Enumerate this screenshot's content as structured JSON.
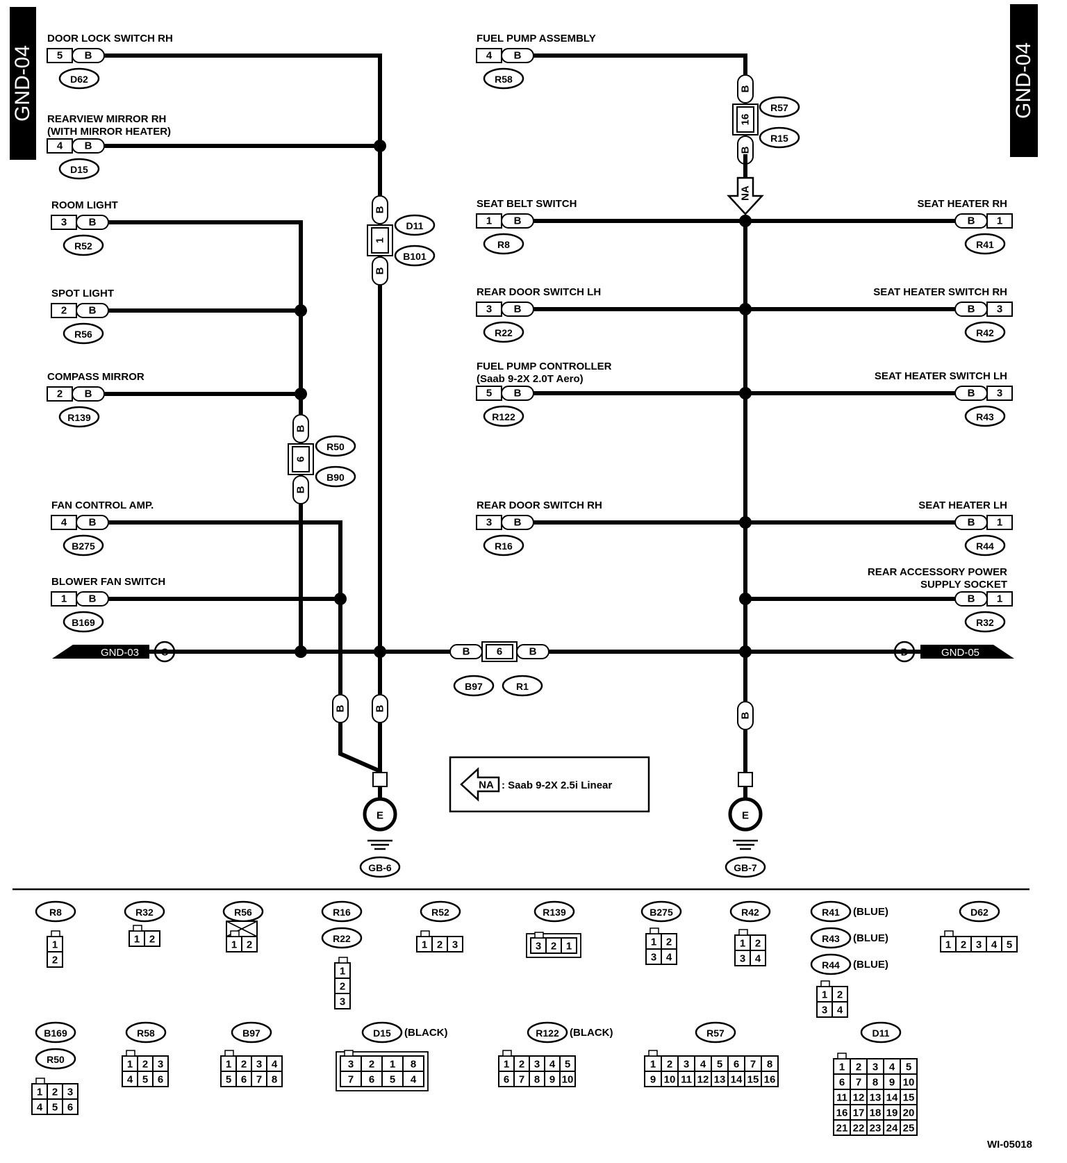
{
  "page_tab": "GND-04",
  "drawing_id": "WI-05018",
  "left_components": [
    {
      "key": "door_lock_rh",
      "name": "DOOR LOCK SWITCH RH",
      "pin": "5",
      "color": "B",
      "conn": "D62"
    },
    {
      "key": "rearview_mirror_rh",
      "name": "REARVIEW MIRROR RH",
      "name2": "(WITH MIRROR HEATER)",
      "pin": "4",
      "color": "B",
      "conn": "D15"
    },
    {
      "key": "room_light",
      "name": "ROOM LIGHT",
      "pin": "3",
      "color": "B",
      "conn": "R52"
    },
    {
      "key": "spot_light",
      "name": "SPOT LIGHT",
      "pin": "2",
      "color": "B",
      "conn": "R56"
    },
    {
      "key": "compass_mirror",
      "name": "COMPASS MIRROR",
      "pin": "2",
      "color": "B",
      "conn": "R139"
    },
    {
      "key": "fan_control_amp",
      "name": "FAN CONTROL AMP.",
      "pin": "4",
      "color": "B",
      "conn": "B275"
    },
    {
      "key": "blower_fan_switch",
      "name": "BLOWER FAN SWITCH",
      "pin": "1",
      "color": "B",
      "conn": "B169"
    }
  ],
  "mid_components": [
    {
      "key": "fuel_pump_assembly",
      "name": "FUEL PUMP ASSEMBLY",
      "pin": "4",
      "color": "B",
      "conn": "R58"
    },
    {
      "key": "seat_belt_switch",
      "name": "SEAT BELT SWITCH",
      "pin": "1",
      "color": "B",
      "conn": "R8"
    },
    {
      "key": "rear_door_switch_lh",
      "name": "REAR DOOR SWITCH LH",
      "pin": "3",
      "color": "B",
      "conn": "R22"
    },
    {
      "key": "fuel_pump_controller",
      "name": "FUEL PUMP CONTROLLER",
      "name2": "(Saab 9-2X 2.0T Aero)",
      "pin": "5",
      "color": "B",
      "conn": "R122"
    },
    {
      "key": "rear_door_switch_rh",
      "name": "REAR DOOR SWITCH RH",
      "pin": "3",
      "color": "B",
      "conn": "R16"
    }
  ],
  "right_components": [
    {
      "key": "seat_heater_rh",
      "name": "SEAT HEATER RH",
      "pin": "1",
      "color": "B",
      "conn": "R41"
    },
    {
      "key": "seat_heater_switch_rh",
      "name": "SEAT HEATER SWITCH RH",
      "pin": "3",
      "color": "B",
      "conn": "R42"
    },
    {
      "key": "seat_heater_switch_lh",
      "name": "SEAT HEATER SWITCH LH",
      "pin": "3",
      "color": "B",
      "conn": "R43"
    },
    {
      "key": "seat_heater_lh",
      "name": "SEAT HEATER LH",
      "pin": "1",
      "color": "B",
      "conn": "R44"
    },
    {
      "key": "rear_accessory_socket",
      "name": "REAR ACCESSORY POWER",
      "name2": "SUPPLY SOCKET",
      "pin": "1",
      "color": "B",
      "conn": "R32"
    }
  ],
  "splices": [
    {
      "key": "d11",
      "top": "B",
      "pin": "1",
      "bottom": "B",
      "conn_a": "D11",
      "conn_b": "B101"
    },
    {
      "key": "r50",
      "top": "B",
      "pin": "6",
      "bottom": "B",
      "conn_a": "R50",
      "conn_b": "B90"
    },
    {
      "key": "r57",
      "top": "B",
      "pin": "16",
      "bottom": "B",
      "conn_a": "R57",
      "conn_b": "R15"
    },
    {
      "key": "b97",
      "left": "B",
      "pin": "6",
      "right": "B",
      "conn_a": "B97",
      "conn_b": "R1"
    }
  ],
  "bus": {
    "left_label": "GND-03",
    "left_marker": "C",
    "right_label": "GND-05",
    "right_marker": "D"
  },
  "na_marker": "NA",
  "drop_wire_color": "B",
  "grounds": [
    {
      "key": "gb6",
      "symbol": "E",
      "name": "GB-6"
    },
    {
      "key": "gb7",
      "symbol": "E",
      "name": "GB-7"
    }
  ],
  "legend": {
    "marker": "NA",
    "text": ": Saab 9-2X 2.5i Linear"
  },
  "connector_views": [
    {
      "ids": [
        "R8"
      ],
      "pins": [
        "1",
        "2"
      ]
    },
    {
      "ids": [
        "R32"
      ],
      "pins": [
        "1",
        "2"
      ]
    },
    {
      "ids": [
        "R56"
      ],
      "pins": [
        "1",
        "2"
      ]
    },
    {
      "ids": [
        "R16",
        "R22"
      ],
      "pins": [
        "1",
        "2",
        "3"
      ]
    },
    {
      "ids": [
        "R52"
      ],
      "pins": [
        "1",
        "2",
        "3"
      ]
    },
    {
      "ids": [
        "R139"
      ],
      "pins": [
        "3",
        "2",
        "1"
      ]
    },
    {
      "ids": [
        "B275"
      ],
      "pins": [
        "1",
        "2",
        "3",
        "4"
      ]
    },
    {
      "ids": [
        "R42"
      ],
      "pins": [
        "1",
        "2",
        "3",
        "4"
      ]
    },
    {
      "ids": [
        "R41",
        "R43",
        "R44"
      ],
      "colors": [
        "(BLUE)",
        "(BLUE)",
        "(BLUE)"
      ],
      "pins": [
        "1",
        "2",
        "3",
        "4"
      ]
    },
    {
      "ids": [
        "D62"
      ],
      "pins": [
        "1",
        "2",
        "3",
        "4",
        "5"
      ]
    },
    {
      "ids": [
        "B169",
        "R50"
      ],
      "pins": [
        "1",
        "2",
        "3",
        "4",
        "5",
        "6"
      ]
    },
    {
      "ids": [
        "R58"
      ],
      "pins": [
        "1",
        "2",
        "3",
        "4",
        "5",
        "6"
      ]
    },
    {
      "ids": [
        "B97"
      ],
      "pins": [
        "1",
        "2",
        "3",
        "4",
        "5",
        "6",
        "7",
        "8"
      ]
    },
    {
      "ids": [
        "D15"
      ],
      "colors": [
        "(BLACK)"
      ],
      "pins": [
        "3",
        "2",
        "1",
        "8",
        "7",
        "6",
        "5",
        "4"
      ]
    },
    {
      "ids": [
        "R122"
      ],
      "colors": [
        "(BLACK)"
      ],
      "pins": [
        "1",
        "2",
        "3",
        "4",
        "5",
        "6",
        "7",
        "8",
        "9",
        "10"
      ]
    },
    {
      "ids": [
        "R57"
      ],
      "pins": [
        "1",
        "2",
        "3",
        "4",
        "5",
        "6",
        "7",
        "8",
        "9",
        "10",
        "11",
        "12",
        "13",
        "14",
        "15",
        "16"
      ]
    },
    {
      "ids": [
        "D11"
      ],
      "pins": [
        "1",
        "2",
        "3",
        "4",
        "5",
        "6",
        "7",
        "8",
        "9",
        "10",
        "11",
        "12",
        "13",
        "14",
        "15",
        "16",
        "17",
        "18",
        "19",
        "20",
        "21",
        "22",
        "23",
        "24",
        "25"
      ]
    }
  ]
}
